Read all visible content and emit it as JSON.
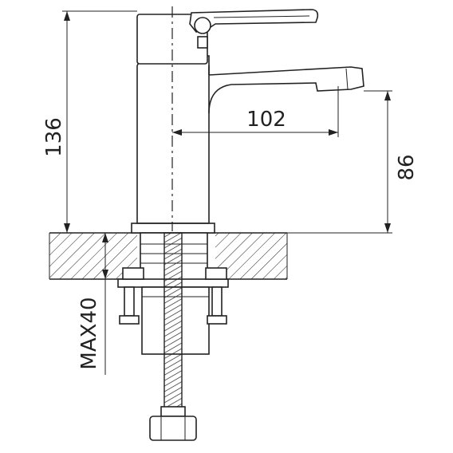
{
  "dimensions": {
    "height_total": "136",
    "spout_reach": "102",
    "spout_height": "86",
    "max_thickness": "MAX40"
  }
}
